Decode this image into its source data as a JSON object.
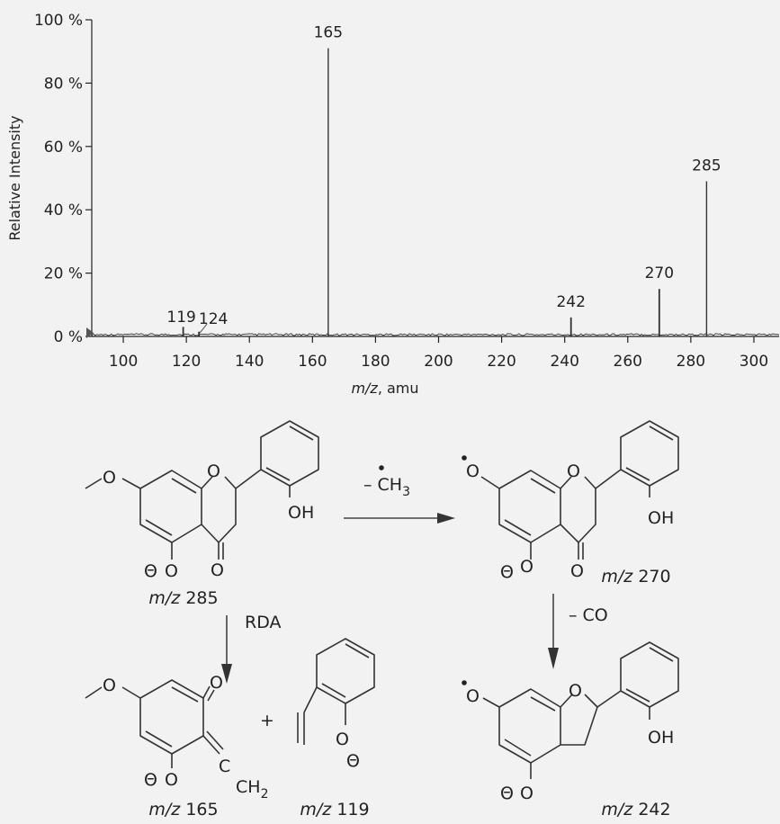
{
  "chart_data": {
    "type": "bar",
    "title": "",
    "xlabel_italic": "m/z",
    "xlabel_rest": ", amu",
    "ylabel": "Relative Intensity",
    "xlim": [
      90,
      308
    ],
    "ylim": [
      0,
      100
    ],
    "xticks": [
      100,
      120,
      140,
      160,
      180,
      200,
      220,
      240,
      260,
      280,
      300
    ],
    "yticks": [
      0,
      20,
      40,
      60,
      80,
      100
    ],
    "ytick_suffix": " %",
    "peaks": [
      {
        "x": 119,
        "y": 3,
        "label": "119"
      },
      {
        "x": 124,
        "y": 1.5,
        "label": "124"
      },
      {
        "x": 165,
        "y": 91,
        "label": "165"
      },
      {
        "x": 242,
        "y": 6,
        "label": "242"
      },
      {
        "x": 270,
        "y": 15,
        "label": "270"
      },
      {
        "x": 285,
        "y": 49,
        "label": "285"
      }
    ]
  },
  "scheme": {
    "methyl_loss": "– CH",
    "methyl_sub": "3",
    "co_loss": "– CO",
    "rda": "RDA",
    "plus": "+",
    "oh": "OH",
    "o": "O",
    "minus": "Θ",
    "c": "C",
    "ch2": "CH",
    "ch2_sub": "2",
    "mz": "m/z",
    "mz285": "285",
    "mz270": "270",
    "mz242": "242",
    "mz165": "165",
    "mz119": "119"
  }
}
